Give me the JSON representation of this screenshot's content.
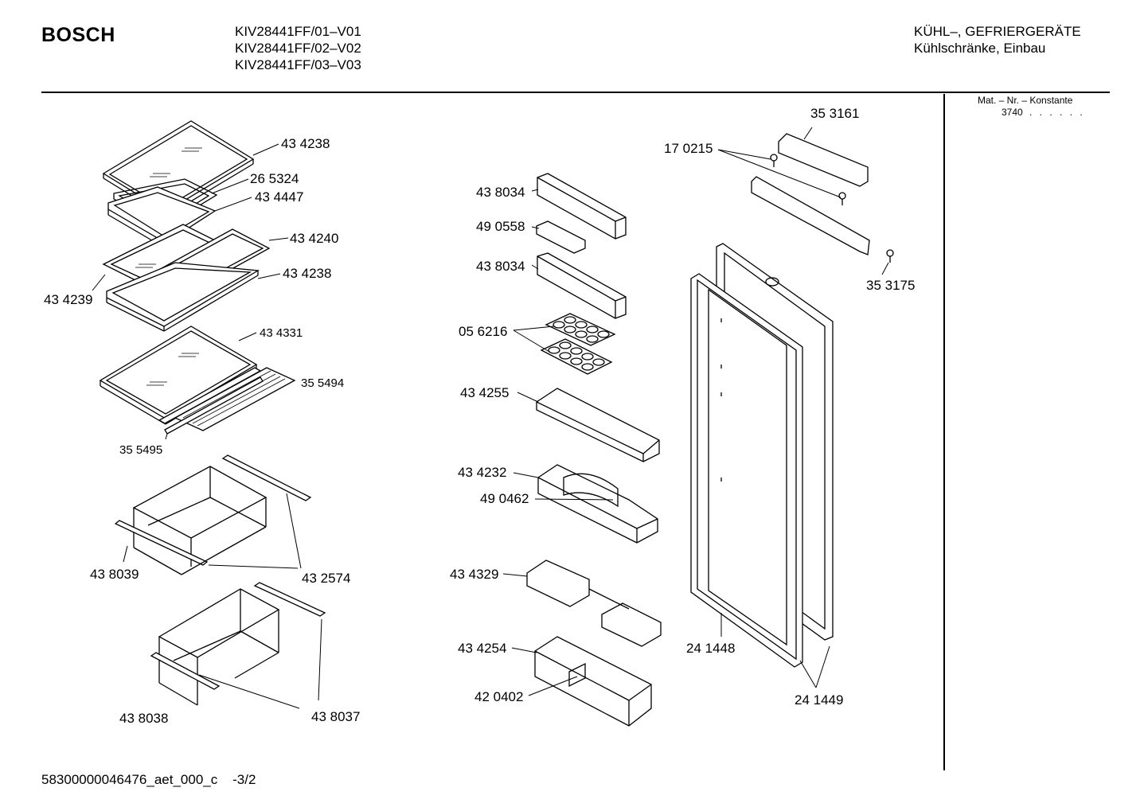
{
  "header": {
    "brand": "BOSCH",
    "models": [
      "KIV28441FF/01–V01",
      "KIV28441FF/02–V02",
      "KIV28441FF/03–V03"
    ],
    "category": "KÜHL–, GEFRIERGERÄTE",
    "subcategory": "Kühlschränke, Einbau"
  },
  "info": {
    "mat_label": "Mat. – Nr. – Konstante",
    "mat_value": "3740",
    "mat_dots": ". . . . . ."
  },
  "parts": {
    "p434238a": "43 4238",
    "p265324": "26 5324",
    "p434447": "43 4447",
    "p434240": "43 4240",
    "p434238b": "43 4238",
    "p434239": "43 4239",
    "p434331": "43 4331",
    "p355494": "35 5494",
    "p355495": "35 5495",
    "p438039": "43 8039",
    "p432574": "43 2574",
    "p438038": "43 8038",
    "p438037": "43 8037",
    "p438034a": "43 8034",
    "p490558": "49 0558",
    "p438034b": "43 8034",
    "p056216": "05 6216",
    "p434255": "43 4255",
    "p434232": "43 4232",
    "p490462": "49 0462",
    "p434329": "43 4329",
    "p434254": "43 4254",
    "p420402": "42 0402",
    "p353161": "35 3161",
    "p170215": "17 0215",
    "p353175": "35 3175",
    "p241448": "24 1448",
    "p241449": "24 1449"
  },
  "footer": {
    "doc_id": "58300000046476_aet_000_c",
    "page": "-3/2"
  }
}
